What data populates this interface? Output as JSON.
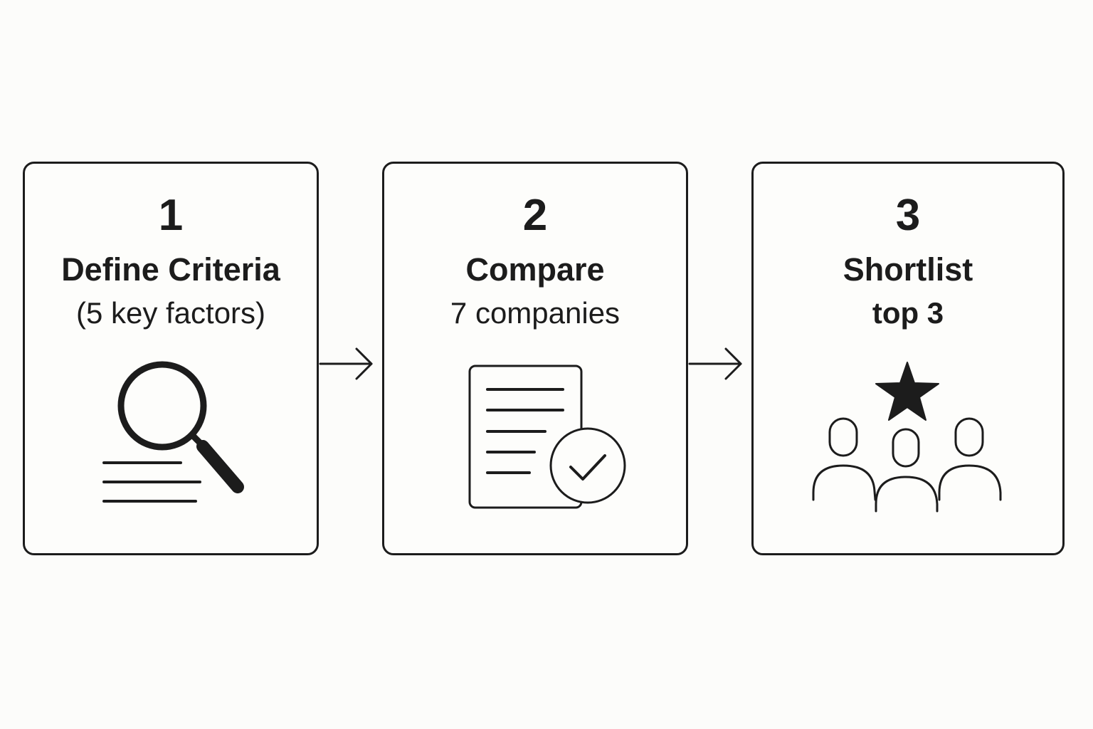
{
  "steps": [
    {
      "number": "1",
      "title": "Define Criteria",
      "detail": "(5 key factors)",
      "icon": "magnifying-glass-icon"
    },
    {
      "number": "2",
      "title": "Compare",
      "detail": "7 companies",
      "icon": "document-check-icon"
    },
    {
      "number": "3",
      "title": "Shortlist",
      "detail": "top 3",
      "icon": "star-people-icon"
    }
  ],
  "colors": {
    "stroke": "#1c1c1c",
    "background": "#fcfcfa"
  }
}
